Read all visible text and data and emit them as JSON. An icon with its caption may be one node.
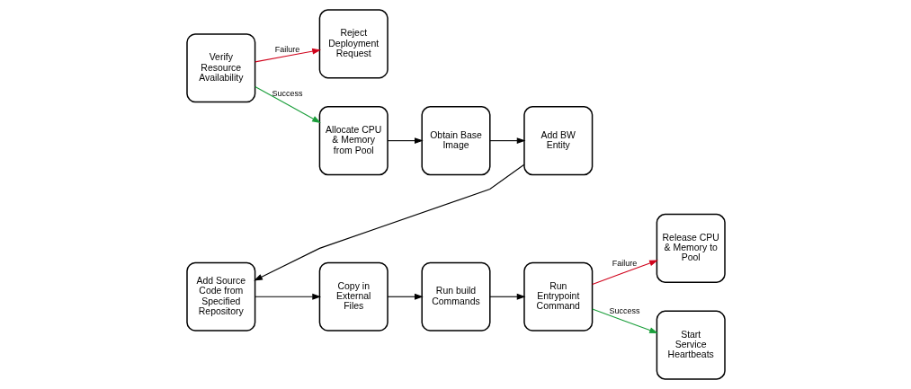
{
  "diagram": {
    "nodes": [
      {
        "text": [
          "Verify Resource Availability"
        ]
      },
      {
        "text": [
          "Reject Deployment Request"
        ]
      },
      {
        "text": [
          "Allocate CPU & Memory from Pool"
        ]
      },
      {
        "text": [
          "Obtain Base Image"
        ]
      },
      {
        "text": [
          "Add BW Entity"
        ]
      },
      {
        "text": [
          "Release CPU & Memory to Pool"
        ]
      },
      {
        "text": [
          "Add Source Code from Specified Repository"
        ]
      },
      {
        "text": [
          "Copy in External Files"
        ]
      },
      {
        "text": [
          "Run build Commands"
        ]
      },
      {
        "text": [
          "Run Entrypoint Command"
        ]
      },
      {
        "text": [
          "Start Service Heartbeats"
        ]
      }
    ],
    "edges": [
      {
        "from": 0,
        "to": 1,
        "arrow": "to",
        "label": "Failure",
        "color": "#d0021b"
      },
      {
        "from": 0,
        "to": 2,
        "arrow": "to",
        "label": "Success",
        "color": "#1a9e3a"
      },
      {
        "from": 2,
        "to": 3,
        "arrow": "to"
      },
      {
        "from": 3,
        "to": 4,
        "arrow": "to"
      },
      {
        "from": 4,
        "to": 6,
        "arrow": "to"
      },
      {
        "from": 6,
        "to": 7,
        "arrow": "to"
      },
      {
        "from": 7,
        "to": 8,
        "arrow": "to"
      },
      {
        "from": 8,
        "to": 9,
        "arrow": "to"
      },
      {
        "from": 9,
        "to": 5,
        "arrow": "to",
        "label": "Failure",
        "color": "#d0021b"
      },
      {
        "from": 9,
        "to": 10,
        "arrow": "to",
        "label": "Success",
        "color": "#1a9e3a"
      }
    ]
  }
}
